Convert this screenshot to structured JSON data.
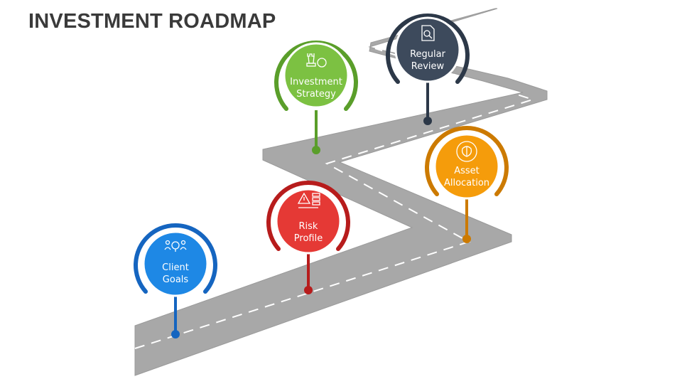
{
  "title": "INVESTMENT ROADMAP",
  "milestones": [
    {
      "id": "client-goals",
      "line1": "Client",
      "line2": "Goals",
      "icon": "people-idea-icon",
      "color": "#1e88e5",
      "dark": "#1565c0"
    },
    {
      "id": "risk-profile",
      "line1": "Risk",
      "line2": "Profile",
      "icon": "risk-warning-icon",
      "color": "#e53935",
      "dark": "#b71c1c"
    },
    {
      "id": "investment-strategy",
      "line1": "Investment",
      "line2": "Strategy",
      "icon": "chess-rook-coin-icon",
      "color": "#7cc142",
      "dark": "#5a9e2a"
    },
    {
      "id": "asset-allocation",
      "line1": "Asset",
      "line2": "Allocation",
      "icon": "money-bag-cycle-icon",
      "color": "#f59c0b",
      "dark": "#cc7a00"
    },
    {
      "id": "regular-review",
      "line1": "Regular",
      "line2": "Review",
      "icon": "document-check-icon",
      "color": "#3d4a5c",
      "dark": "#2c3848"
    }
  ]
}
